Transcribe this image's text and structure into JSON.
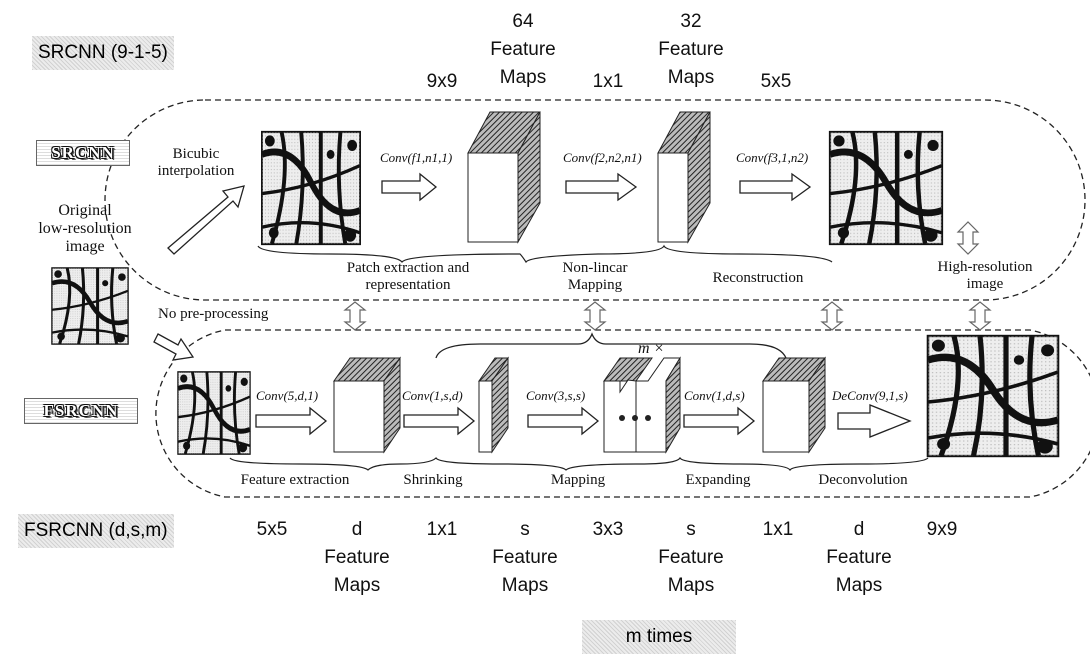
{
  "srcnn": {
    "tag": "SRCNN (9-1-5)",
    "logo": "SRCNN",
    "kernels": [
      "9x9",
      "1x1",
      "5x5"
    ],
    "feature_maps": [
      {
        "count": "64",
        "line1": "Feature",
        "line2": "Maps"
      },
      {
        "count": "32",
        "line1": "Feature",
        "line2": "Maps"
      }
    ],
    "bicubic": [
      "Bicubic",
      "interpolation"
    ],
    "original": [
      "Original",
      "low-resolution",
      "image"
    ],
    "convs": [
      "Conv(f1,n1,1)",
      "Conv(f2,n2,n1)",
      "Conv(f3,1,n2)"
    ],
    "stages": {
      "patch": [
        "Patch extraction and",
        "representation"
      ],
      "nonlinear": [
        "Non-lincar",
        "Mapping"
      ],
      "recon": "Reconstruction"
    },
    "highres": [
      "High-resolution",
      "image"
    ]
  },
  "fsrcnn": {
    "tag": "FSRCNN (d,s,m)",
    "logo": "FSRCNN",
    "no_pre": "No pre-processing",
    "m_times_symbol": "m ×",
    "convs": [
      "Conv(5,d,1)",
      "Conv(1,s,d)",
      "Conv(3,s,s)",
      "Conv(1,d,s)",
      "DeConv(9,1,s)"
    ],
    "stages": [
      "Feature extraction",
      "Shrinking",
      "Mapping",
      "Expanding",
      "Deconvolution"
    ],
    "kernels": [
      "5x5",
      "1x1",
      "3x3",
      "1x1",
      "9x9"
    ],
    "maps": [
      {
        "sym": "d",
        "line1": "Feature",
        "line2": "Maps"
      },
      {
        "sym": "s",
        "line1": "Feature",
        "line2": "Maps"
      },
      {
        "sym": "s",
        "line1": "Feature",
        "line2": "Maps"
      },
      {
        "sym": "d",
        "line1": "Feature",
        "line2": "Maps"
      }
    ],
    "m_times_tag": "m times"
  }
}
